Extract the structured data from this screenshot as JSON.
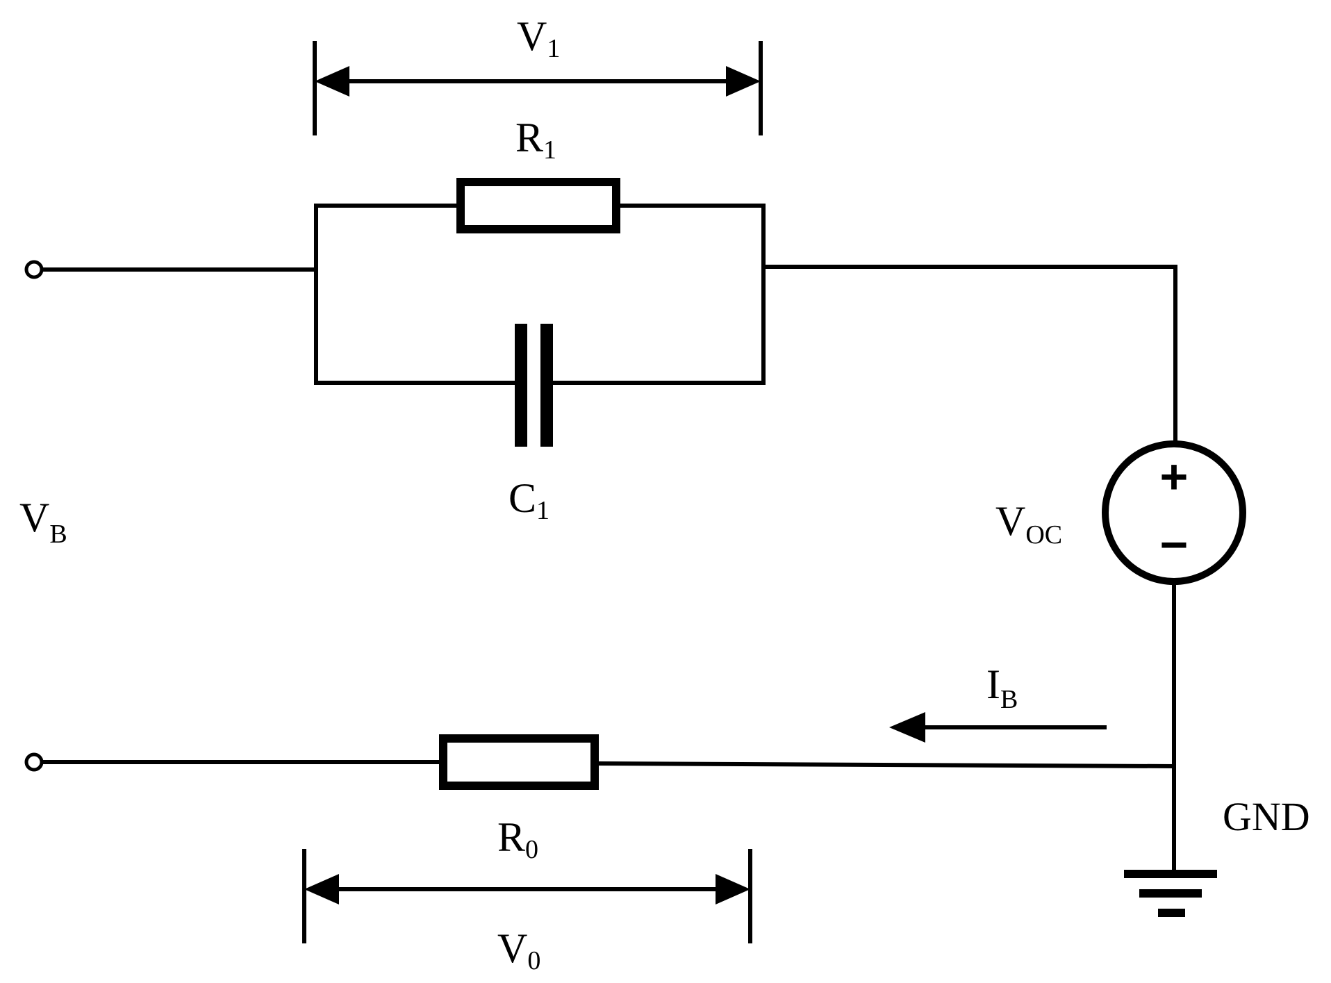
{
  "diagram": {
    "type": "equivalent circuit",
    "labels": {
      "v1": {
        "main": "V",
        "sub": "1"
      },
      "r1": {
        "main": "R",
        "sub": "1"
      },
      "c1": {
        "main": "C",
        "sub": "1"
      },
      "vb": {
        "main": "V",
        "sub": "B"
      },
      "voc": {
        "main": "V",
        "sub": "OC"
      },
      "ib": {
        "main": "I",
        "sub": "B"
      },
      "r0": {
        "main": "R",
        "sub": "0"
      },
      "v0": {
        "main": "V",
        "sub": "0"
      },
      "gnd": "GND"
    },
    "components": [
      {
        "id": "R1",
        "kind": "resistor"
      },
      {
        "id": "C1",
        "kind": "capacitor"
      },
      {
        "id": "VOC",
        "kind": "voltage-source",
        "polarity": [
          "+",
          "−"
        ]
      },
      {
        "id": "R0",
        "kind": "resistor"
      },
      {
        "id": "GND",
        "kind": "ground"
      }
    ],
    "symbols": {
      "plus": "+",
      "minus": "−"
    },
    "colors": {
      "stroke": "#000000",
      "background": "#ffffff"
    }
  }
}
